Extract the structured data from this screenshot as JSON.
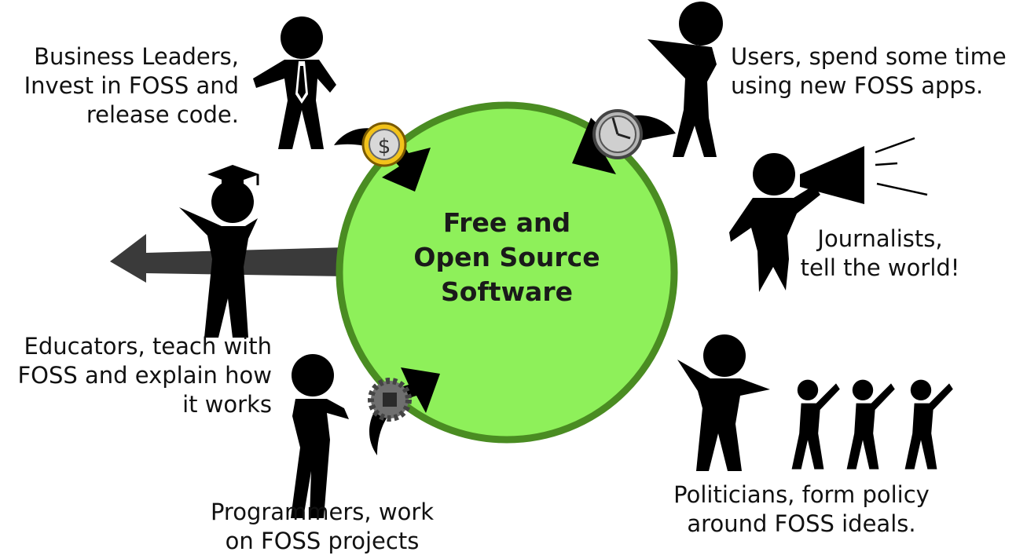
{
  "colors": {
    "circle_fill": "#8ef05a",
    "circle_stroke": "#4a8c22",
    "figure": "#000000",
    "arrow_gray": "#3a3a3a",
    "coin_gold": "#f2c21a",
    "clock_gray": "#b5b5b5",
    "gear_gray": "#6f6f6f"
  },
  "center": {
    "line1": "Free and",
    "line2": "Open Source",
    "line3": "Software"
  },
  "business": {
    "line1": "Business Leaders,",
    "line2": "Invest in FOSS and",
    "line3": "release code.",
    "icon": "coin-icon",
    "symbol": "$"
  },
  "users": {
    "line1": "Users, spend some time",
    "line2": "using new FOSS apps.",
    "icon": "clock-icon"
  },
  "journalists": {
    "line1": "Journalists,",
    "line2": "tell the world!",
    "icon": "megaphone-icon"
  },
  "educators": {
    "line1": "Educators, teach with",
    "line2": "FOSS and explain how",
    "line3": "it works",
    "icon": "graduation-cap-icon"
  },
  "programmers": {
    "line1": "Programmers, work",
    "line2": "on FOSS projects",
    "icon": "gear-icon"
  },
  "politicians": {
    "line1": "Politicians, form policy",
    "line2": "around FOSS ideals.",
    "icon": "crowd-icon"
  }
}
